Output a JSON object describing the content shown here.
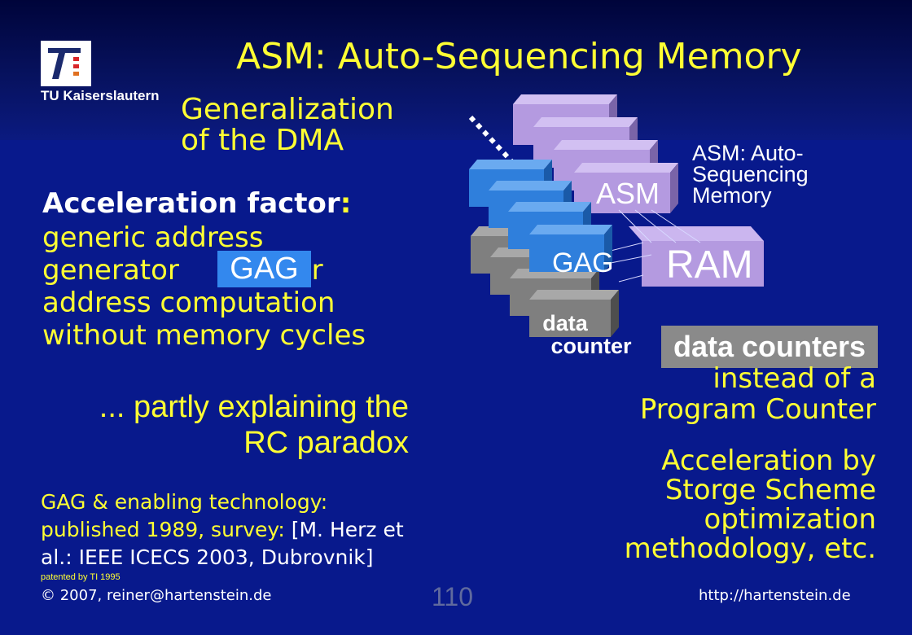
{
  "header": {
    "logo_label": "TU Kaiserslautern",
    "title": "ASM: Auto-Sequencing Memory",
    "subtitle_line1": "Generalization",
    "subtitle_line2": "of the DMA"
  },
  "left": {
    "accel_heading": "Acceleration factor",
    "accel_colon": ":",
    "accel_line1": "generic address",
    "accel_line2_pre": "generator",
    "gag_highlight": "GAG",
    "accel_line2_post": "for",
    "accel_line3": "address computation",
    "accel_line4": "without memory cycles",
    "partly_line1": "... partly explaining the",
    "partly_line2": "RC paradox",
    "pub_line1": "GAG & enabling technology:",
    "pub_line2_yellow": "published 1989, survey:",
    "pub_line2_white": " [M. Herz et",
    "pub_line3": "al.: IEEE ICECS 2003, Dubrovnik]"
  },
  "diagram": {
    "asm_label": "ASM",
    "gag_label": "GAG",
    "ram_label": "RAM",
    "dc_line1": "data",
    "dc_line2": "counter",
    "asm_desc_line1": "ASM: Auto-",
    "asm_desc_line2": "Sequencing",
    "asm_desc_line3": "Memory"
  },
  "right": {
    "dc_box": "data counters",
    "instead_line1": "instead of a",
    "instead_line2": "Program Counter",
    "accby_line1": "Acceleration by",
    "accby_line2": "Storge Scheme",
    "accby_line3": "optimization",
    "accby_line4": "methodology, etc."
  },
  "footer": {
    "patent": "patented by TI 1995",
    "copyright": "2007, reiner@hartenstein.de",
    "copyright_symbol": "©",
    "page_number": "110",
    "url": "http://hartenstein.de"
  },
  "colors": {
    "background": "#08198c",
    "yellow": "#ffff33",
    "asm_purple": "#b49ae0",
    "gag_blue": "#2f7fdc",
    "counter_gray": "#7f7f7f"
  }
}
